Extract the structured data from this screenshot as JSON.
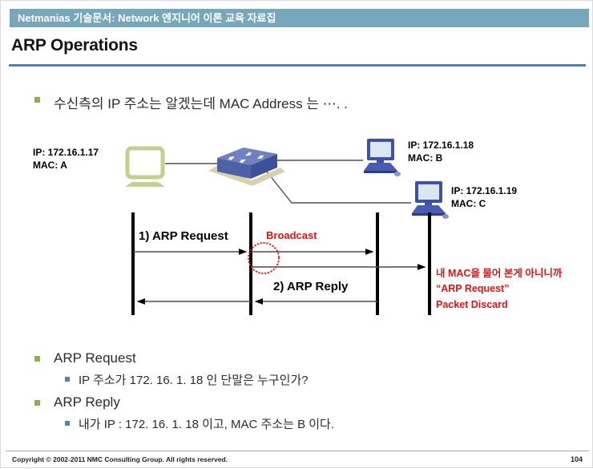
{
  "banner": {
    "text": "Netmanias 기술문서: Network 엔지니어 이론 교육 자료집"
  },
  "title": "ARP Operations",
  "intro_bullet": "수신측의 IP 주소는 알겠는데 MAC Address 는 ⋯. .",
  "devices": [
    {
      "name": "host-a",
      "ip": "IP: 172.16.1.17",
      "mac": "MAC: A",
      "icon": "laptop-icon"
    },
    {
      "name": "host-b",
      "ip": "IP: 172.16.1.18",
      "mac": "MAC: B",
      "icon": "desktop-icon"
    },
    {
      "name": "host-c",
      "ip": "IP: 172.16.1.19",
      "mac": "MAC: C",
      "icon": "desktop-icon"
    }
  ],
  "sequence": {
    "request_label": "1) ARP Request",
    "broadcast_label": "Broadcast",
    "reply_label": "2) ARP Reply",
    "discard_note_lines": [
      "내 MAC을 물어 본게 아니니까",
      "“ARP Request”",
      "Packet Discard"
    ]
  },
  "bullets": [
    {
      "label": "ARP Request",
      "sub": "IP 주소가 172. 16. 1. 18 인 단말은 누구인가?"
    },
    {
      "label": "ARP Reply",
      "sub": "내가 IP : 172. 16. 1. 18 이고,  MAC 주소는 B 이다."
    }
  ],
  "footer": {
    "copyright": "Copyright © 2002-2011 NMC Consulting Group. All rights reserved.",
    "page": "104"
  },
  "colors": {
    "banner_bg": "#76a7bb",
    "title_rule": "#4f81bd",
    "bullet_green": "#8cb04a",
    "bullet_blue": "#4f81bd",
    "alert_red": "#e31212",
    "switch_blue": "#4d61a9",
    "laptop_green": "#c2d08d",
    "lifeline_black": "#000000"
  }
}
